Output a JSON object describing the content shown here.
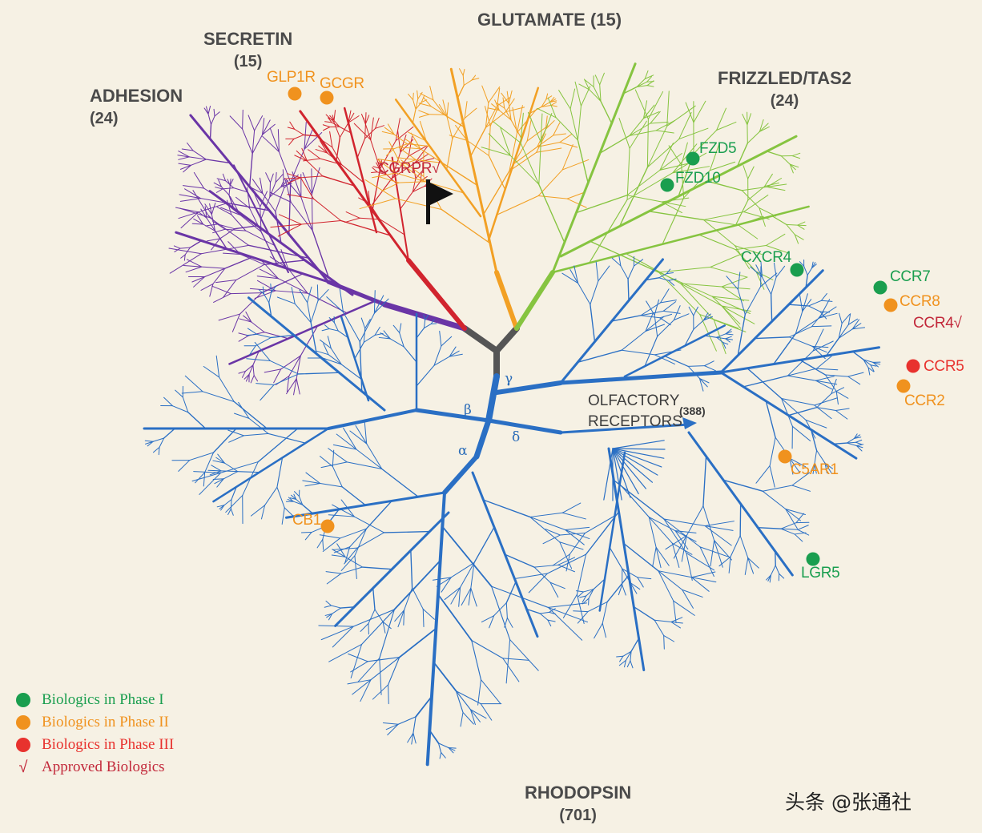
{
  "families": {
    "adhesion": {
      "name": "ADHESION",
      "count": "(24)"
    },
    "secretin": {
      "name": "SECRETIN",
      "count": "(15)"
    },
    "glutamate": {
      "name": "GLUTAMATE (15)"
    },
    "frizzled": {
      "name": "FRIZZLED/TAS2",
      "count": "(24)"
    },
    "rhodopsin": {
      "name": "RHODOPSIN",
      "count": "(701)"
    }
  },
  "subgroups": {
    "alpha": "α",
    "beta": "β",
    "gamma": "γ",
    "delta": "δ"
  },
  "olfactory": {
    "line1": "OLFACTORY",
    "line2": "RECEPTORS",
    "count": "(388)"
  },
  "receptors": [
    {
      "id": "glp1r",
      "label": "GLP1R",
      "phase": "II"
    },
    {
      "id": "gcgr",
      "label": "GCGR",
      "phase": "II"
    },
    {
      "id": "cgrpr",
      "label": "CGRPR",
      "phase": "approved"
    },
    {
      "id": "fzd5",
      "label": "FZD5",
      "phase": "I"
    },
    {
      "id": "fzd10",
      "label": "FZD10",
      "phase": "I"
    },
    {
      "id": "cxcr4",
      "label": "CXCR4",
      "phase": "I"
    },
    {
      "id": "ccr7",
      "label": "CCR7",
      "phase": "I"
    },
    {
      "id": "ccr8",
      "label": "CCR8",
      "phase": "II"
    },
    {
      "id": "ccr4",
      "label": "CCR4",
      "phase": "approved"
    },
    {
      "id": "ccr5",
      "label": "CCR5",
      "phase": "III"
    },
    {
      "id": "ccr2",
      "label": "CCR2",
      "phase": "II"
    },
    {
      "id": "c5ar1",
      "label": "C5AR1",
      "phase": "II"
    },
    {
      "id": "cb1",
      "label": "CB1",
      "phase": "II"
    },
    {
      "id": "lgr5",
      "label": "LGR5",
      "phase": "I"
    }
  ],
  "check_mark": "√",
  "legend": {
    "phase1": "Biologics in Phase I",
    "phase2": "Biologics in Phase II",
    "phase3": "Biologics in Phase III",
    "approved": "Approved Biologics",
    "check": "√"
  },
  "colors": {
    "phase1": "#1a9e4f",
    "phase2": "#f0921e",
    "phase3": "#e8322e",
    "approved": "#c2283a",
    "adhesion": "#6a35a6",
    "secretin": "#d1242e",
    "glutamate": "#f2a024",
    "frizzled": "#86c440",
    "rhodopsin": "#2a6fc4",
    "trunk": "#555555"
  },
  "watermark": "头条 @张通社"
}
